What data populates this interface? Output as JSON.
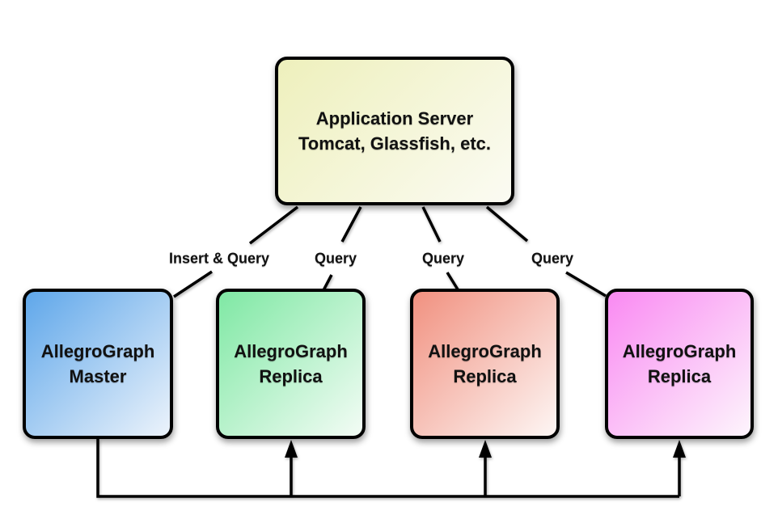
{
  "app_server": {
    "line1": "Application Server",
    "line2": "Tomcat, Glassfish, etc."
  },
  "nodes": [
    {
      "line1": "AllegroGraph",
      "line2": "Master"
    },
    {
      "line1": "AllegroGraph",
      "line2": "Replica"
    },
    {
      "line1": "AllegroGraph",
      "line2": "Replica"
    },
    {
      "line1": "AllegroGraph",
      "line2": "Replica"
    }
  ],
  "edge_labels": [
    "Insert & Query",
    "Query",
    "Query",
    "Query"
  ],
  "colors": {
    "app_server": [
      "#eef0bc",
      "#fbfbf3"
    ],
    "master": [
      "#5fa7ea",
      "#ecf3fb"
    ],
    "replica_green": [
      "#7fe8a4",
      "#f3fcf5"
    ],
    "replica_red": [
      "#f19180",
      "#fdf6f4"
    ],
    "replica_pink": [
      "#f98af2",
      "#fdf5fc"
    ],
    "line": "#000000",
    "text": "#111111"
  }
}
